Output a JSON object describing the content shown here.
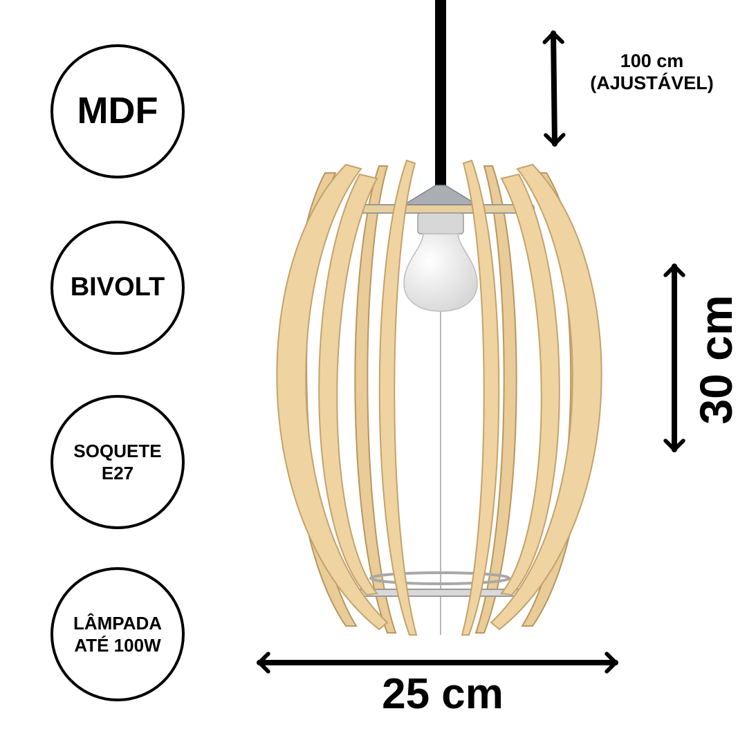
{
  "badges": {
    "material": "MDF",
    "voltage": "BIVOLT",
    "socket": [
      "SOQUETE",
      "E27"
    ],
    "bulb": [
      "LÂMPADA",
      "ATÉ 100W"
    ]
  },
  "dimensions": {
    "cord_length": "100 cm",
    "cord_note": "(AJUSTÁVEL)",
    "height": "30 cm",
    "width": "25 cm"
  },
  "colors": {
    "wood": "#efd3a0",
    "wood_edge": "#c9a770",
    "cord": "#000000",
    "bulb": "#f4f4f4",
    "socket": "#a9aeb3"
  }
}
